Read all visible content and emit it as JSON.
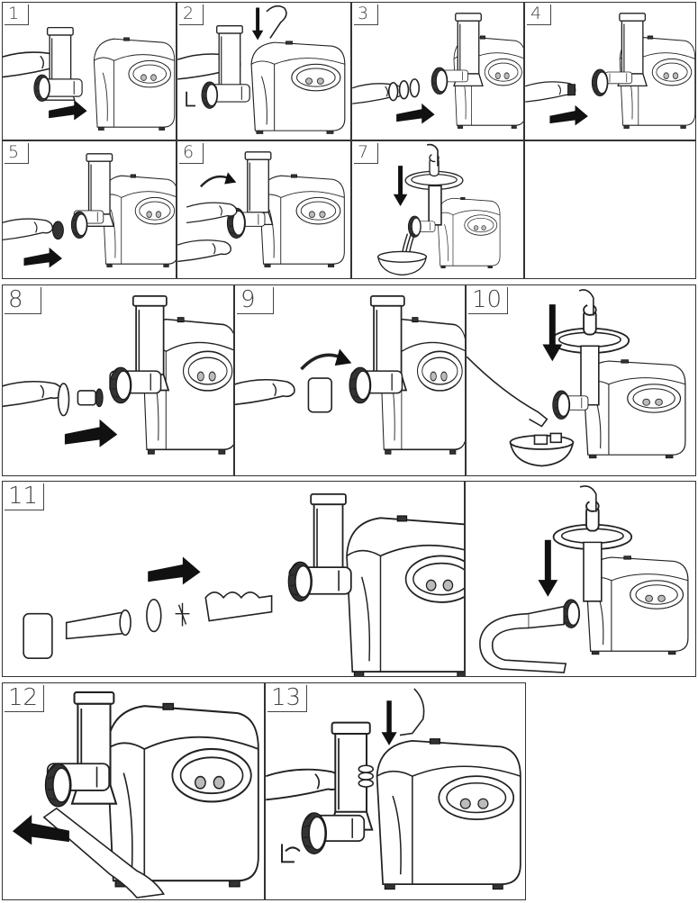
{
  "title": "",
  "steps": [
    {
      "number": "1",
      "arrow": "push-right"
    },
    {
      "number": "2",
      "arrow": "press-down"
    },
    {
      "number": "3",
      "arrow": "push-right"
    },
    {
      "number": "4",
      "arrow": "push-right"
    },
    {
      "number": "5",
      "arrow": "push-right"
    },
    {
      "number": "6",
      "arrow": "rotate-clockwise"
    },
    {
      "number": "7",
      "arrow": "press-down"
    },
    {
      "number": "8",
      "arrow": "push-right"
    },
    {
      "number": "9",
      "arrow": "rotate-clockwise"
    },
    {
      "number": "10",
      "arrow": "press-down"
    },
    {
      "number": "11",
      "arrow": "push-right"
    },
    {
      "number": "",
      "arrow": "press-down"
    },
    {
      "number": "12",
      "arrow": "pull-left"
    },
    {
      "number": "13",
      "arrow": "press-down"
    }
  ],
  "colors": {
    "line": "#222222",
    "border": "#333333",
    "background": "#ffffff"
  }
}
